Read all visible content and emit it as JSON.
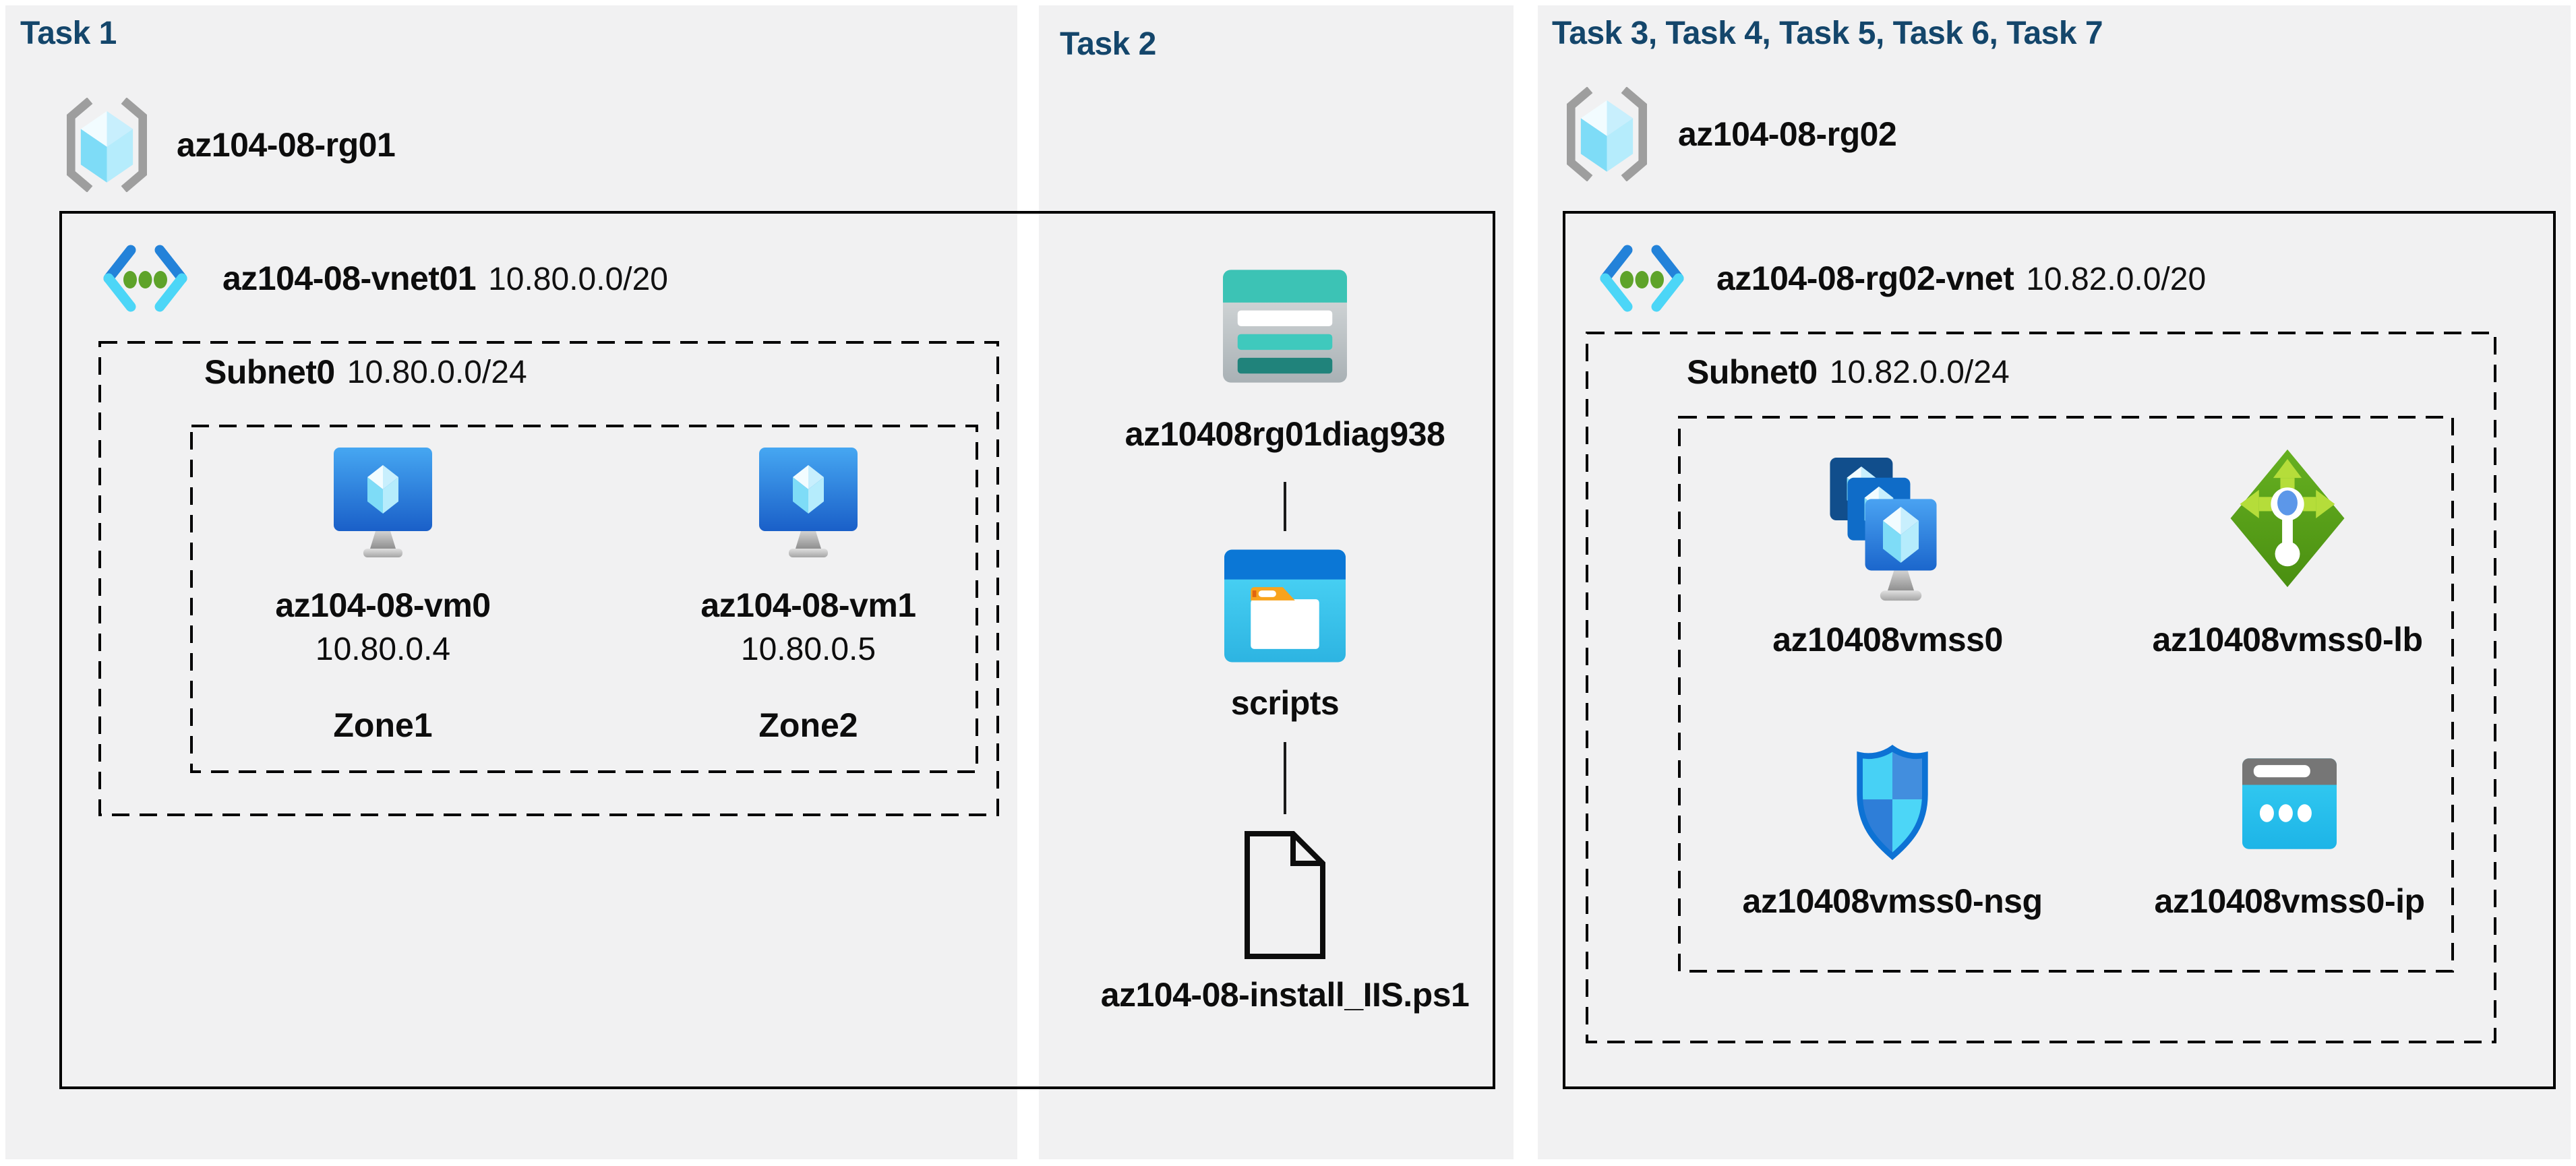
{
  "colors": {
    "page_bg": "#ffffff",
    "panel_bg": "#f1f1f2",
    "title_text": "#14466b",
    "label_text": "#0d0d0d",
    "border": "#000000",
    "vnet_blue": "#2382d9",
    "vnet_cyan": "#4cd6f7",
    "storage_teal": "#3cc3b5",
    "container_blue": "#0b77d6",
    "lb_green": "#5aa318",
    "nsg_blue": "#0d72d4",
    "ip_cyan": "#2bc5ef"
  },
  "task1": {
    "title": "Task 1",
    "resource_group": {
      "name": "az104-08-rg01",
      "icon": "resource-group-icon"
    },
    "vnet": {
      "name": "az104-08-vnet01",
      "cidr": "10.80.0.0/20",
      "icon": "virtual-network-icon"
    },
    "subnet": {
      "name": "Subnet0",
      "cidr": "10.80.0.0/24"
    },
    "vms": [
      {
        "name": "az104-08-vm0",
        "ip": "10.80.0.4",
        "zone": "Zone1",
        "icon": "virtual-machine-icon"
      },
      {
        "name": "az104-08-vm1",
        "ip": "10.80.0.5",
        "zone": "Zone2",
        "icon": "virtual-machine-icon"
      }
    ]
  },
  "task2": {
    "title": "Task 2",
    "storage_account": {
      "name": "az10408rg01diag938",
      "icon": "storage-account-icon"
    },
    "container": {
      "name": "scripts",
      "icon": "blob-container-icon"
    },
    "file": {
      "name": "az104-08-install_IIS.ps1",
      "icon": "file-icon"
    }
  },
  "task3": {
    "title": "Task 3, Task 4, Task 5, Task 6, Task 7",
    "resource_group": {
      "name": "az104-08-rg02",
      "icon": "resource-group-icon"
    },
    "vnet": {
      "name": "az104-08-rg02-vnet",
      "cidr": "10.82.0.0/20",
      "icon": "virtual-network-icon"
    },
    "subnet": {
      "name": "Subnet0",
      "cidr": "10.82.0.0/24"
    },
    "resources": [
      {
        "name": "az10408vmss0",
        "icon": "vm-scale-set-icon"
      },
      {
        "name": "az10408vmss0-lb",
        "icon": "load-balancer-icon"
      },
      {
        "name": "az10408vmss0-nsg",
        "icon": "network-security-group-icon"
      },
      {
        "name": "az10408vmss0-ip",
        "icon": "public-ip-address-icon"
      }
    ]
  }
}
